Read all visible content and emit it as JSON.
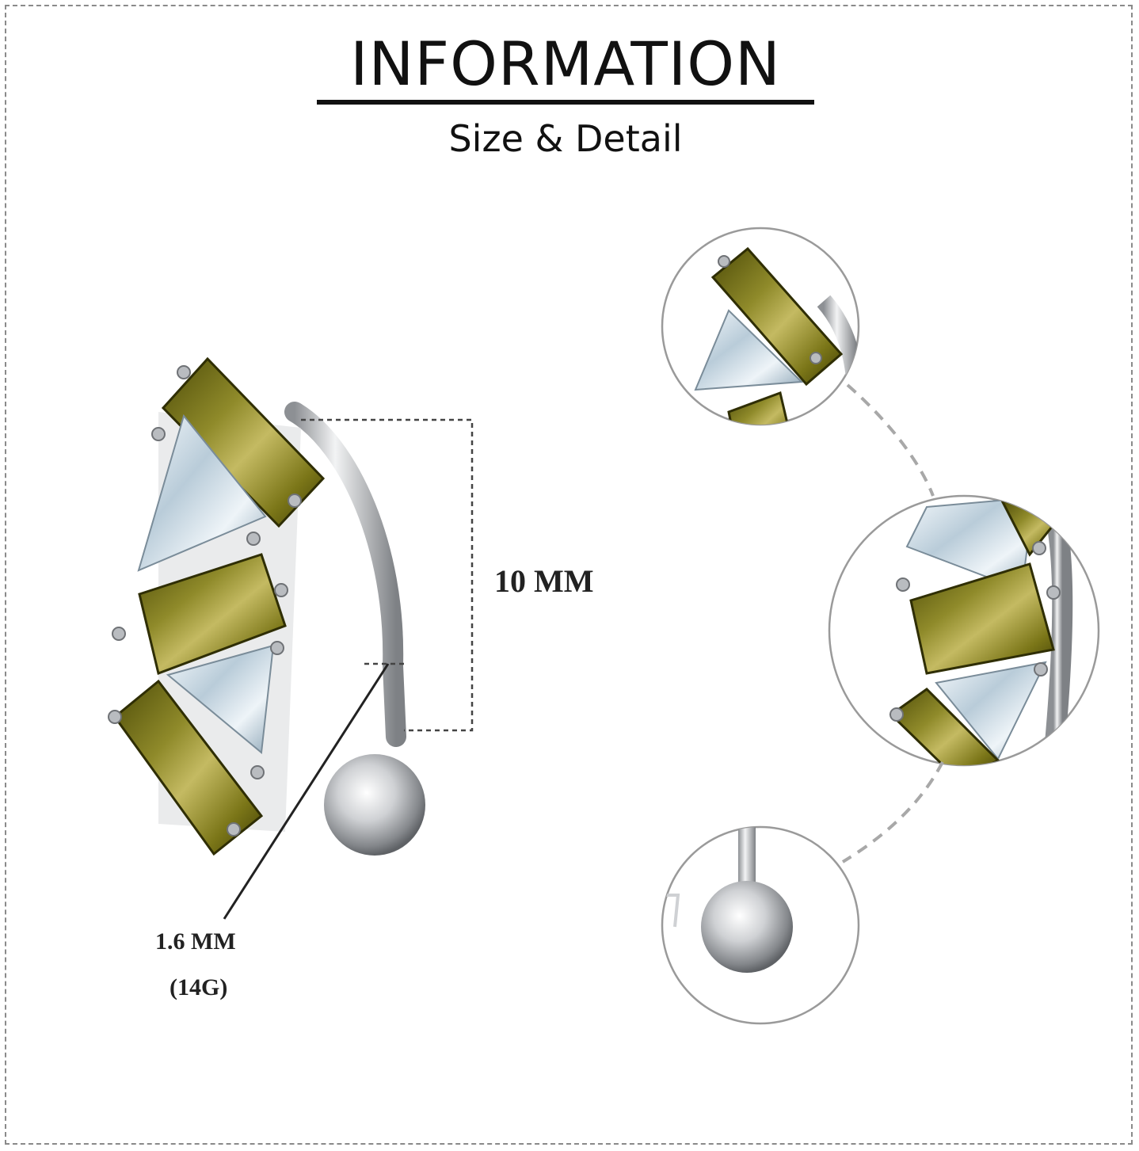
{
  "header": {
    "title": "INFORMATION",
    "subtitle": "Size & Detail"
  },
  "measurements": {
    "bar_length": "10 MM",
    "gauge_mm": "1.6 MM",
    "gauge_g": "(14G)"
  },
  "colors": {
    "olive_gem": "#6b6a12",
    "olive_highlight": "#b9b054",
    "clear_gem": "#dfeaf2",
    "silver": "#c7c9cc",
    "silver_dark": "#8d9094",
    "circle_stroke": "#9a9a9a",
    "dash_connector": "#a8a8a8"
  }
}
